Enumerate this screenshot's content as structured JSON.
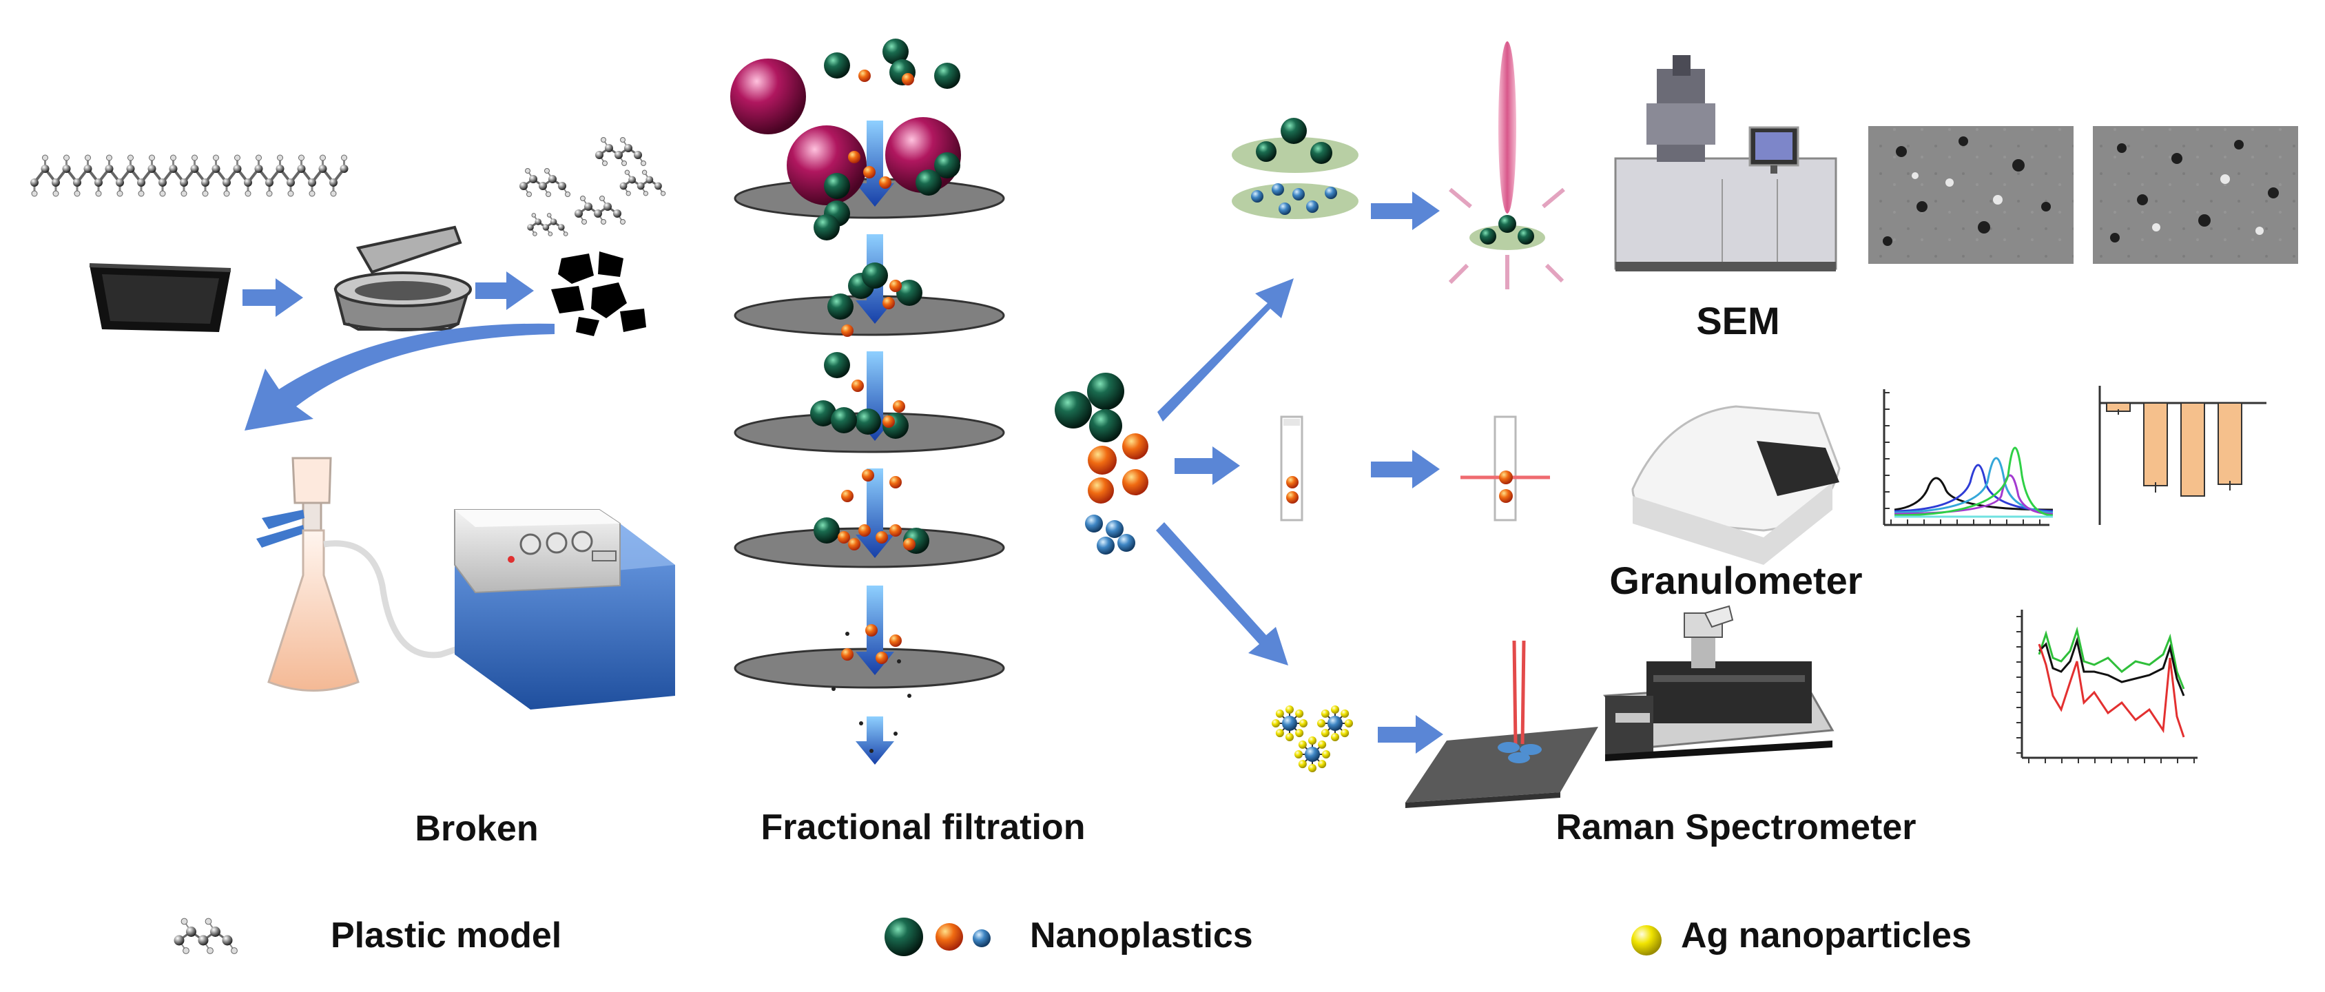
{
  "stages": {
    "broken": "Broken",
    "fractional_filtration": "Fractional filtration",
    "raman_spectrometer": "Raman Spectrometer"
  },
  "instruments": {
    "sem": "SEM",
    "granulometer": "Granulometer"
  },
  "legend": {
    "plastic_model": "Plastic model",
    "nanoplastics": "Nanoplastics",
    "ag_nanoparticles": "Ag nanoparticles"
  },
  "colors": {
    "arrow_blue": "#5a86d6",
    "filter_gray": "#808080",
    "large_particle_magenta": "#b0175f",
    "nanoplastic_green": "#0f4f3a",
    "nanoplastic_orange": "#f06b12",
    "nanoplastic_blue": "#3f86c4",
    "ag_yellow": "#f1e400",
    "bar_orange": "#f5c08c"
  },
  "icons": [
    "plastic-chain-icon",
    "tray-icon",
    "mortar-pestle-icon",
    "fragments-icon",
    "vacuum-filtration-icon",
    "sem-instrument-icon",
    "granulometer-instrument-icon",
    "raman-instrument-icon",
    "cuvette-icon"
  ]
}
